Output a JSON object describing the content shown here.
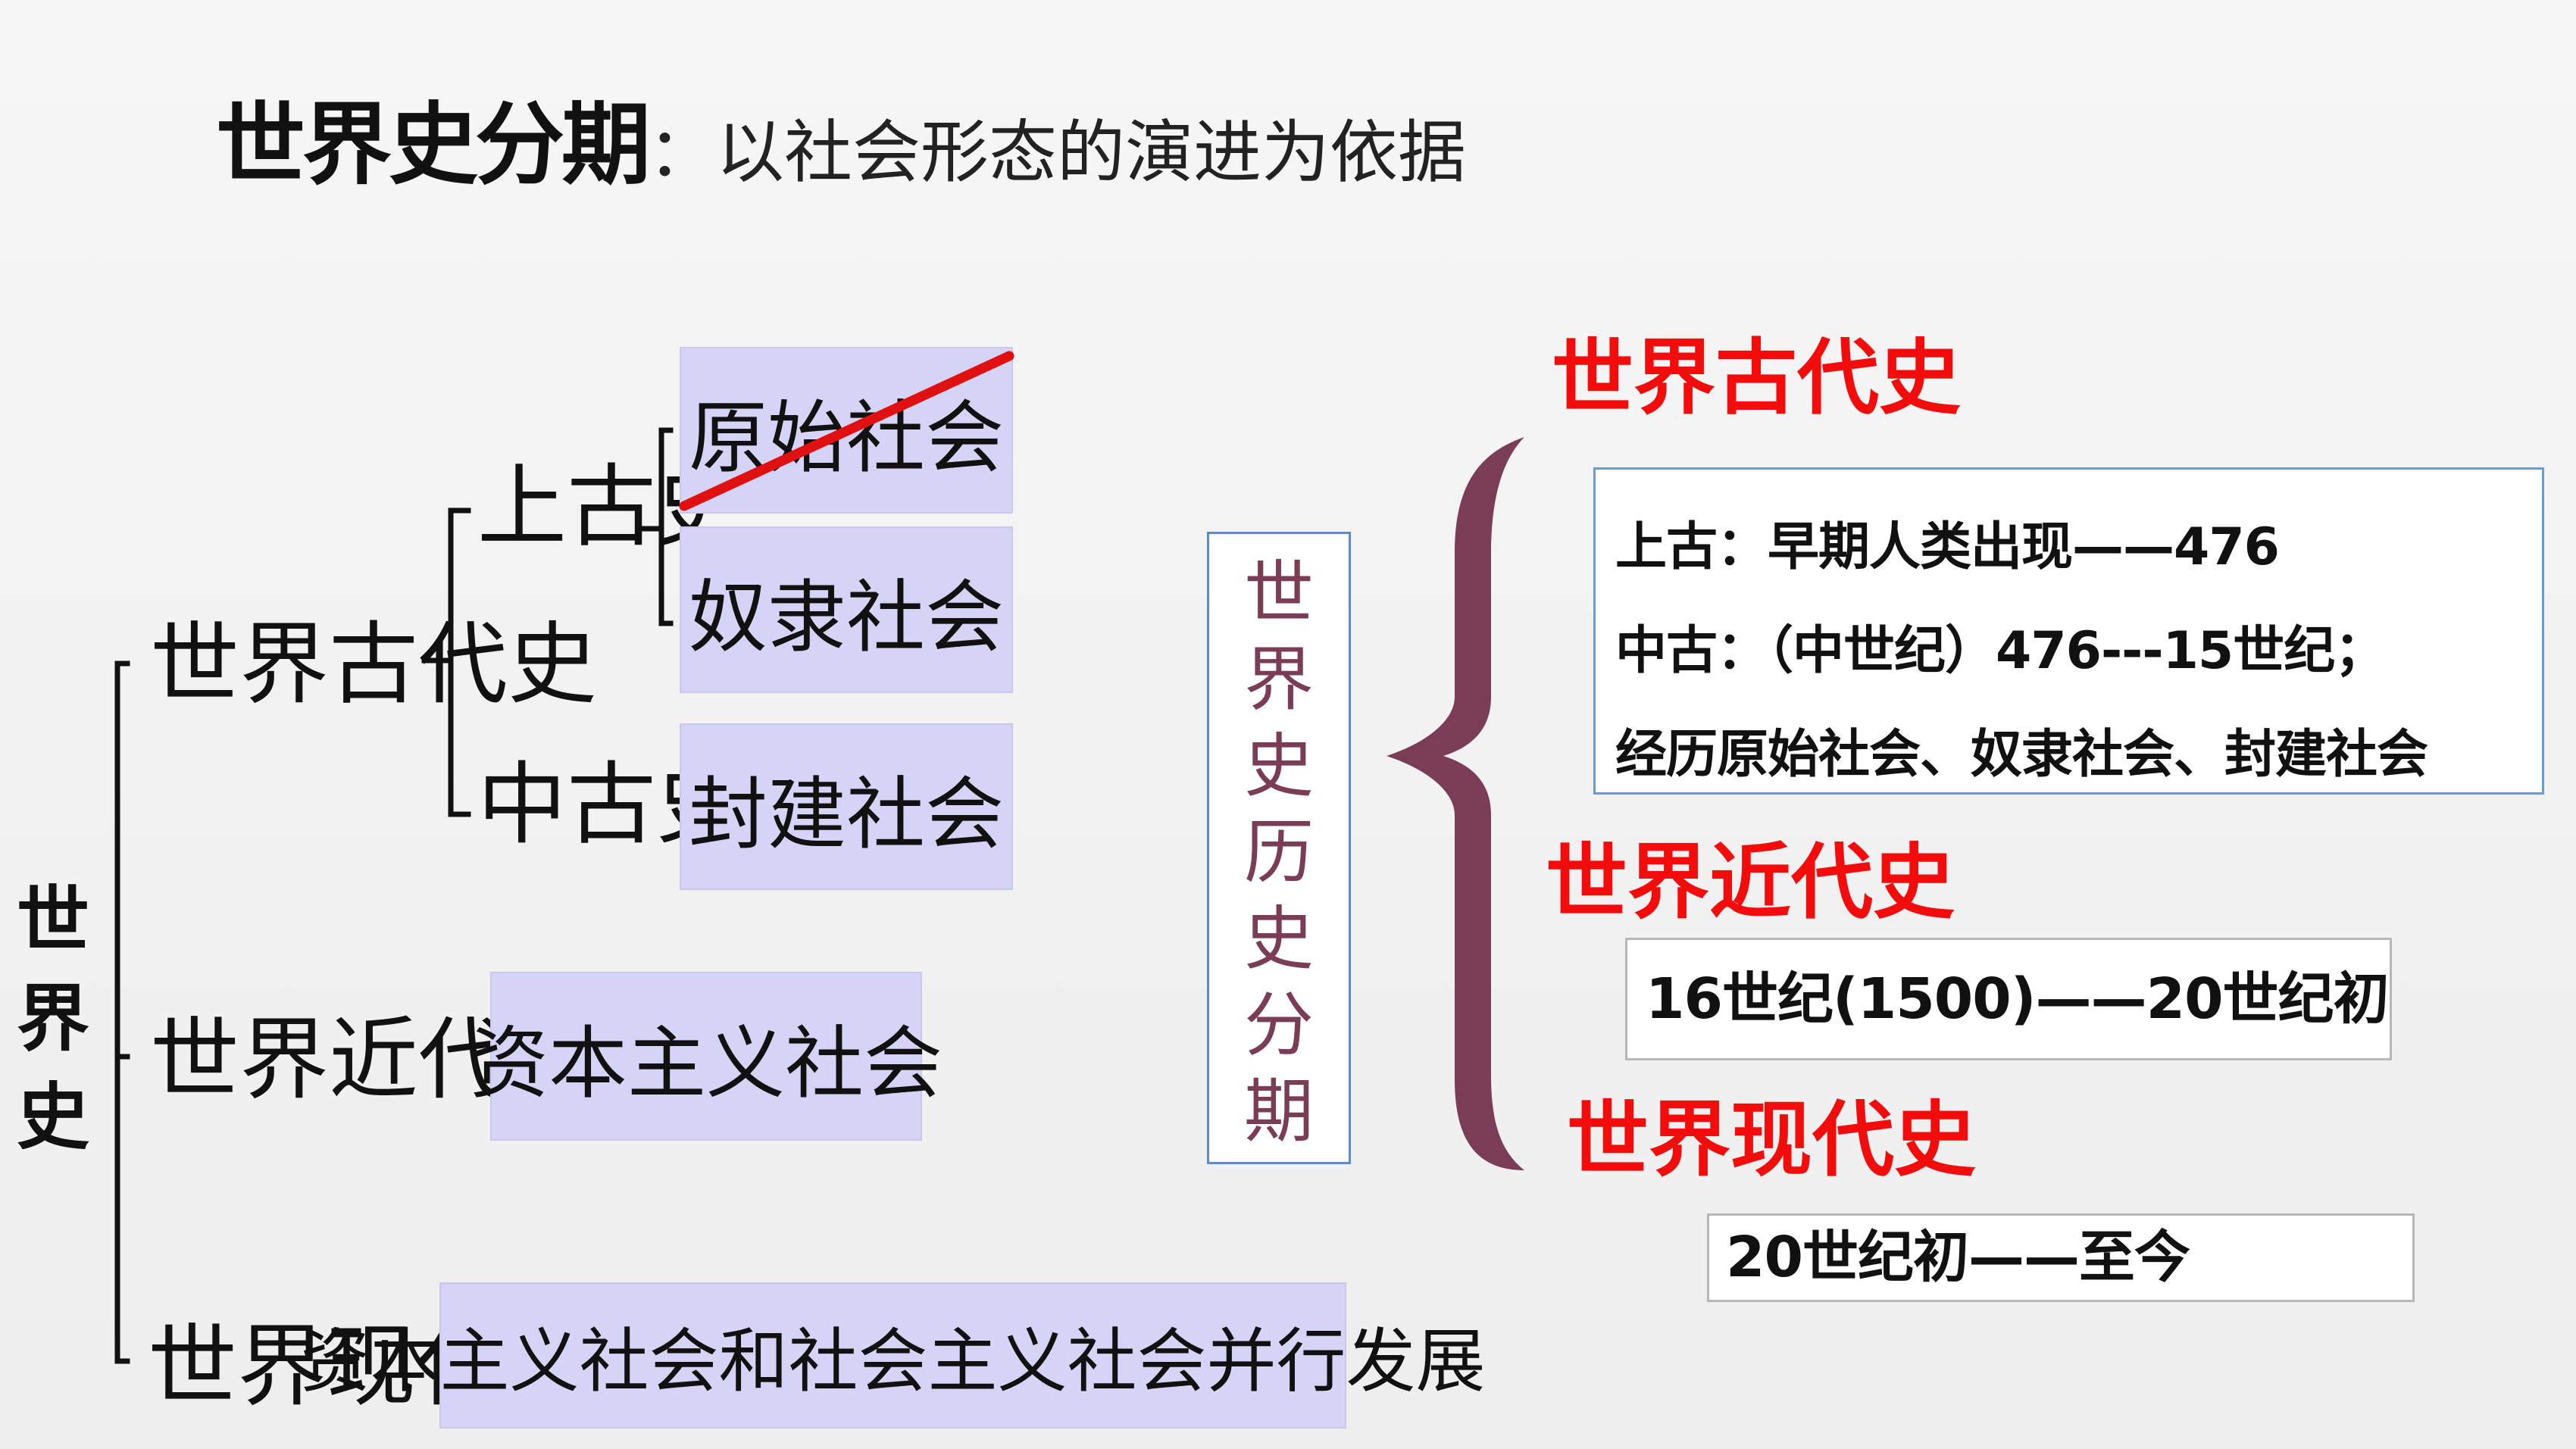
{
  "title": {
    "main": "世界史分期",
    "sub": "：以社会形态的演进为依据"
  },
  "tree": {
    "root": "世界史",
    "ancient": {
      "label": "世界古代史",
      "upper": {
        "label": "上古史",
        "societies": [
          "原始社会",
          "奴隶社会"
        ]
      },
      "middle": {
        "label": "中古史",
        "society": "封建社会"
      }
    },
    "modern": {
      "label": "世界近代史",
      "society": "资本主义社会"
    },
    "contemporary": {
      "label": "世界现代史",
      "society": "资本主义社会和社会主义社会并行发展"
    }
  },
  "periodization": {
    "label": "世界史历史分期",
    "ancient": {
      "heading": "世界古代史",
      "lines": [
        "上古：早期人类出现——476",
        "中古：（中世纪）476---15世纪；",
        "经历原始社会、奴隶社会、封建社会"
      ]
    },
    "modern": {
      "heading": "世界近代史",
      "text": "16世纪(1500)——20世纪初"
    },
    "contemporary": {
      "heading": "世界现代史",
      "text": "20世纪初——至今"
    }
  },
  "colors": {
    "highlight_fill": "#d6d4f6",
    "heading_red": "#f20c0c",
    "brace": "#7b3c56",
    "strike": "#e01010",
    "box_border_blue": "#6c9ad8"
  }
}
